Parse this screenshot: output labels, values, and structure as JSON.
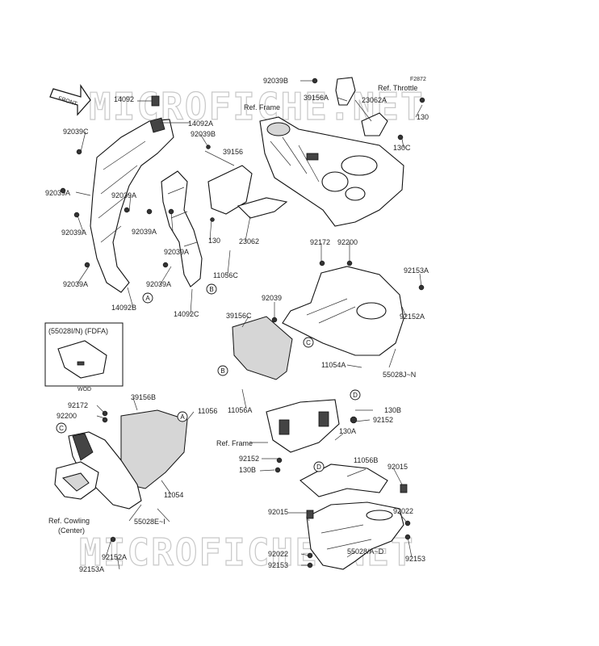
{
  "figure_code": "F2872",
  "front_label": "FRONT",
  "watermark": "MICROFICHE.NET",
  "inset": {
    "title": "(55028I/N) (FDFA)",
    "caption": "WOD"
  },
  "callouts": [
    "A",
    "B",
    "C",
    "D"
  ],
  "part_labels": [
    "14092",
    "14092A",
    "92039C",
    "92039A",
    "92039A",
    "92039A",
    "92039A",
    "92039A",
    "92039A",
    "92039A",
    "14092B",
    "14092C",
    "92039B",
    "39156",
    "130",
    "23062",
    "11056C",
    "92039B",
    "39156A",
    "23062A",
    "130",
    "130C",
    "92172",
    "92200",
    "92153A",
    "92152A",
    "92039",
    "39156C",
    "11054A",
    "55028J~N",
    "11056A",
    "130B",
    "92152",
    "130A",
    "11056B",
    "92015",
    "92172",
    "92200",
    "39156B",
    "11056",
    "92152",
    "130B",
    "11054",
    "55028E~I",
    "92152A",
    "92153A",
    "92015",
    "92022",
    "92022",
    "92153",
    "55028/A~D",
    "92153"
  ],
  "references": [
    "Ref. Frame",
    "Ref. Throttle",
    "Ref. Frame",
    "Ref. Cowling",
    "(Center)"
  ]
}
